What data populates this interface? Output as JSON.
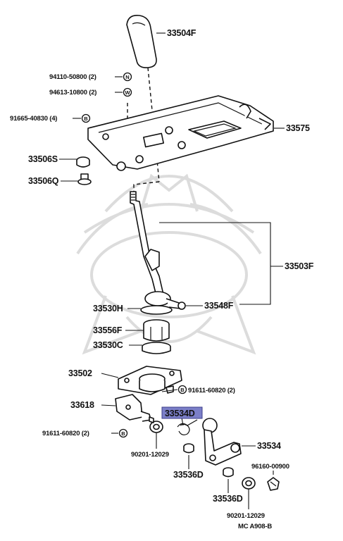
{
  "diagram_code": "MC  A908-B",
  "highlighted_part": "33534D",
  "parts": {
    "p33504F": "33504F",
    "p94110": "94110-50800 (2)",
    "p94613": "94613-10800 (2)",
    "p91665": "91665-40830 (4)",
    "p33575": "33575",
    "p33506S": "33506S",
    "p33506Q": "33506Q",
    "p33503F": "33503F",
    "p33530H": "33530H",
    "p33548F": "33548F",
    "p33556F": "33556F",
    "p33530C": "33530C",
    "p33502": "33502",
    "p91611_upper": "91611-60820 (2)",
    "p33618": "33618",
    "p33534D": "33534D",
    "p91611_lower": "91611-60820 (2)",
    "p33534": "33534",
    "p90201_left": "90201-12029",
    "p33536D_left": "33536D",
    "p96160": "96160-00900",
    "p33536D_right": "33536D",
    "p90201_right": "90201-12029"
  },
  "symbols": {
    "n": "N",
    "w": "W",
    "b": "B"
  },
  "icons": {
    "watermark": "samurai-helmet-watermark-icon"
  }
}
